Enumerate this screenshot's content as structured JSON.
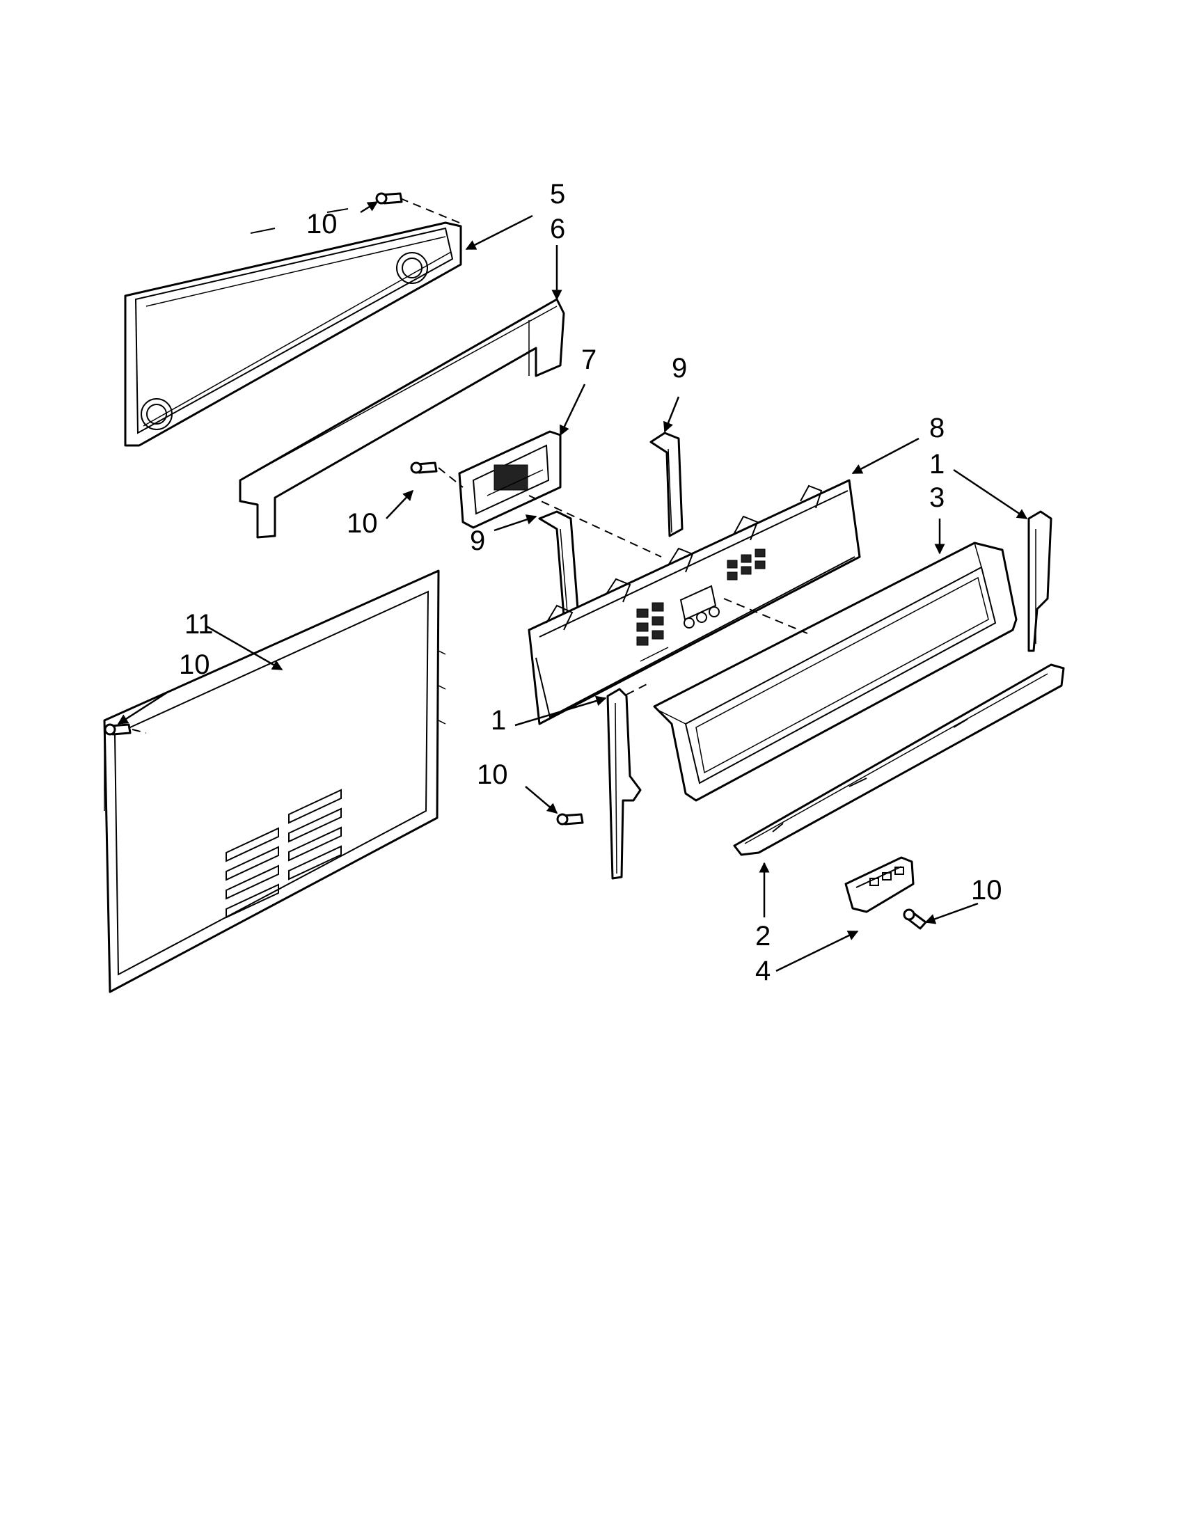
{
  "callouts": {
    "c1_upper": "1",
    "c1_lower": "1",
    "c2": "2",
    "c3": "3",
    "c4": "4",
    "c5": "5",
    "c6": "6",
    "c7": "7",
    "c8": "8",
    "c9_upper": "9",
    "c9_lower": "9",
    "c10_top": "10",
    "c10_mid": "10",
    "c10_left": "10",
    "c10_center": "10",
    "c10_right": "10",
    "c11": "11"
  },
  "colors": {
    "ink": "#000000",
    "paper": "#ffffff"
  }
}
